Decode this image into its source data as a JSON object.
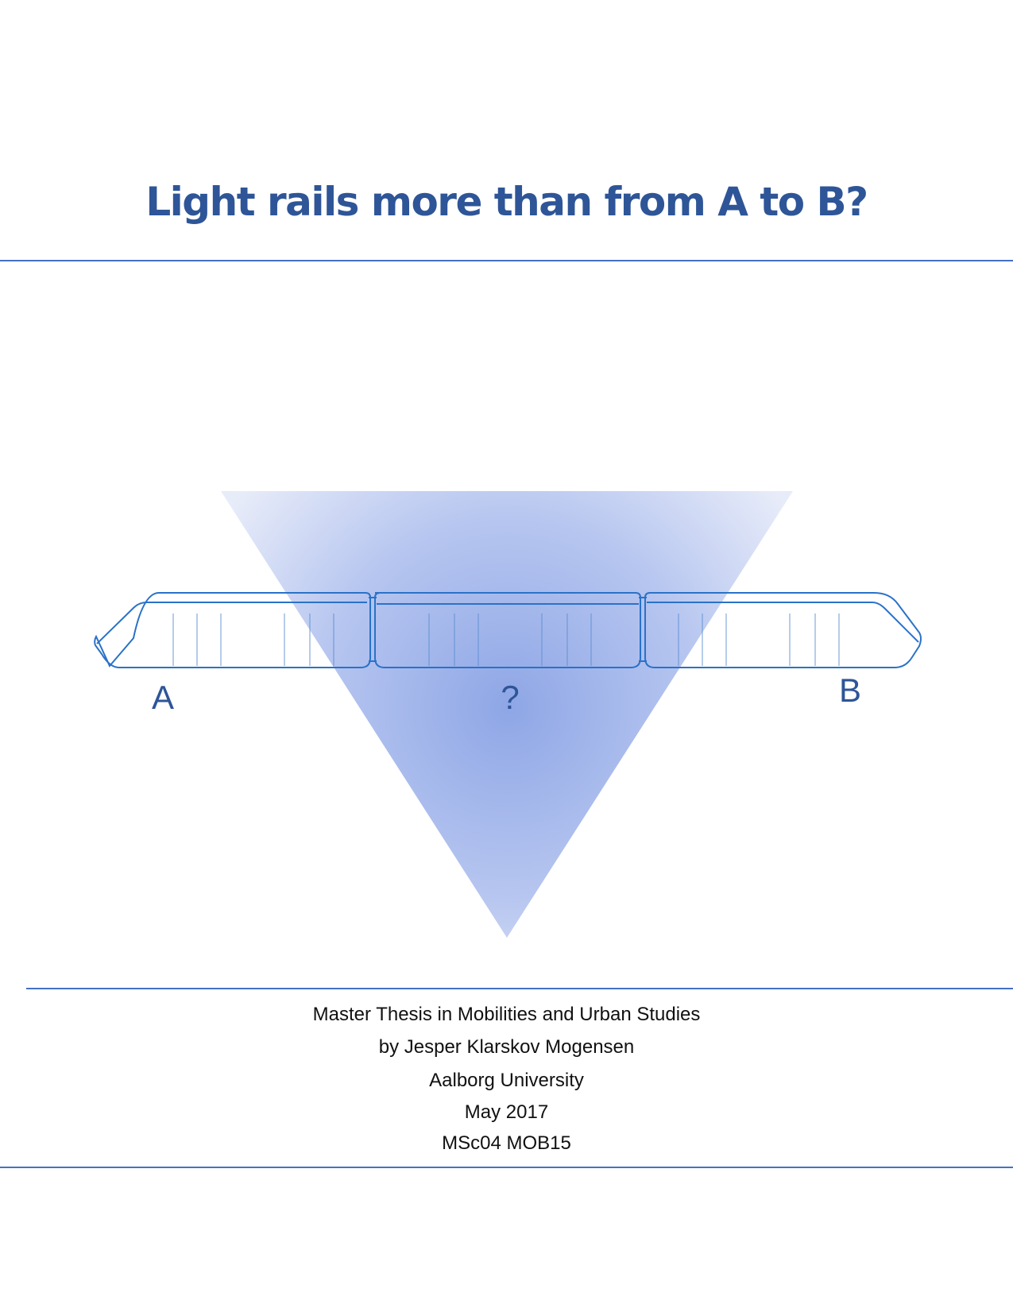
{
  "cover": {
    "title": "Light rails more than from A to B?",
    "illustration": {
      "label_left": "A",
      "label_center": "?",
      "label_right": "B",
      "accent_color": "#2e5597",
      "outline_color": "#2a72c8",
      "triangle_color": "#8ea6e6"
    },
    "details": {
      "line1": "Master Thesis in Mobilities and Urban Studies",
      "line2": "by Jesper Klarskov Mogensen",
      "line3": "Aalborg University",
      "line4": "May 2017",
      "line5": "MSc04 MOB15"
    },
    "rule_color": "#4472c4"
  }
}
